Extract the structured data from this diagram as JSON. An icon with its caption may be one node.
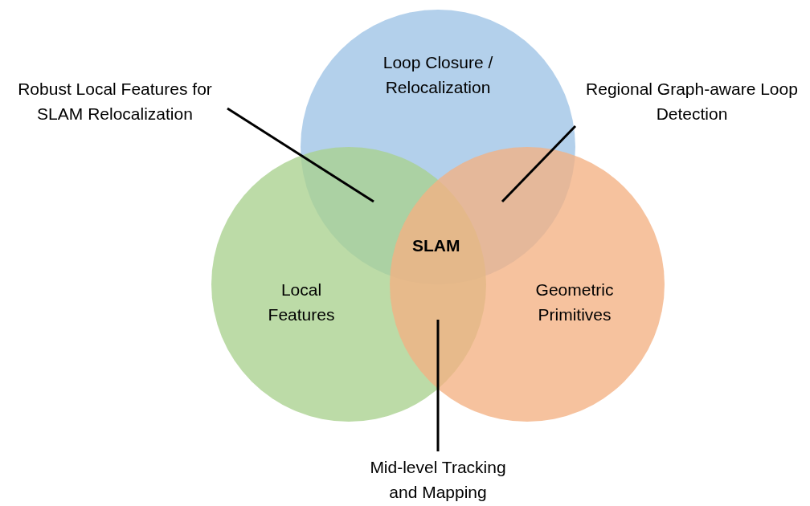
{
  "diagram": {
    "nodes": [
      {
        "text": [
          "Loop Closure / Relocalization"
        ]
      },
      {
        "text": [
          "Local Features"
        ]
      },
      {
        "text": [
          "Geometric Primitives"
        ]
      },
      {
        "text": [
          "Robust Local Features for SLAM Relocalization"
        ]
      },
      {
        "text": [
          "Regional Graph-aware Loop Detection"
        ]
      },
      {
        "text": [
          "Mid-level Tracking and Mapping"
        ]
      }
    ],
    "edges": [
      {
        "from": 3,
        "to": 0,
        "arrow": "none"
      },
      {
        "from": 4,
        "to": 0,
        "arrow": "none"
      },
      {
        "from": 5,
        "to": 1,
        "arrow": "none"
      }
    ],
    "labels": [
      "SLAM"
    ]
  }
}
